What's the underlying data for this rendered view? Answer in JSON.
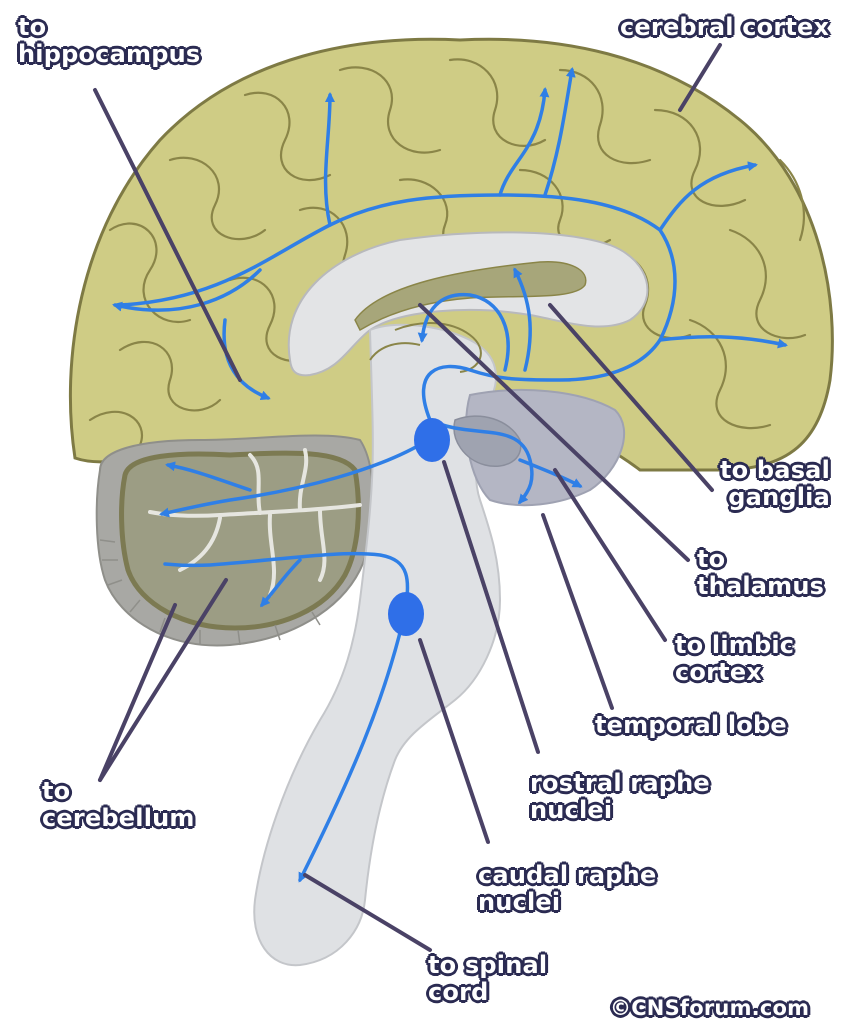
{
  "labels": {
    "hippocampus": [
      "to",
      "hippocampus"
    ],
    "cerebral_cortex": [
      "cerebral cortex"
    ],
    "basal_ganglia": [
      "to basal",
      "ganglia"
    ],
    "thalamus": [
      "to",
      "thalamus"
    ],
    "limbic_cortex": [
      "to limbic",
      "cortex"
    ],
    "temporal_lobe": [
      "temporal lobe"
    ],
    "rostral_raphe": [
      "rostral raphe",
      "nuclei"
    ],
    "cerebellum": [
      "to",
      "cerebellum"
    ],
    "caudal_raphe": [
      "caudal raphe",
      "nuclei"
    ],
    "spinal_cord": [
      "to spinal",
      "cord"
    ]
  },
  "copyright": "©CNSforum.com",
  "colors": {
    "cortex_fill": "#cfcc85",
    "gyri_line": "#8a8548",
    "brainstem_fill": "#dfe1e4",
    "cerebellum_fill": "#a8a8a4",
    "pathway": "#2f7fe6",
    "nucleus": "#2f6fe8",
    "leader_line": "#4a4266",
    "label_text": "#ffffff",
    "label_outline": "#2b2b52"
  }
}
